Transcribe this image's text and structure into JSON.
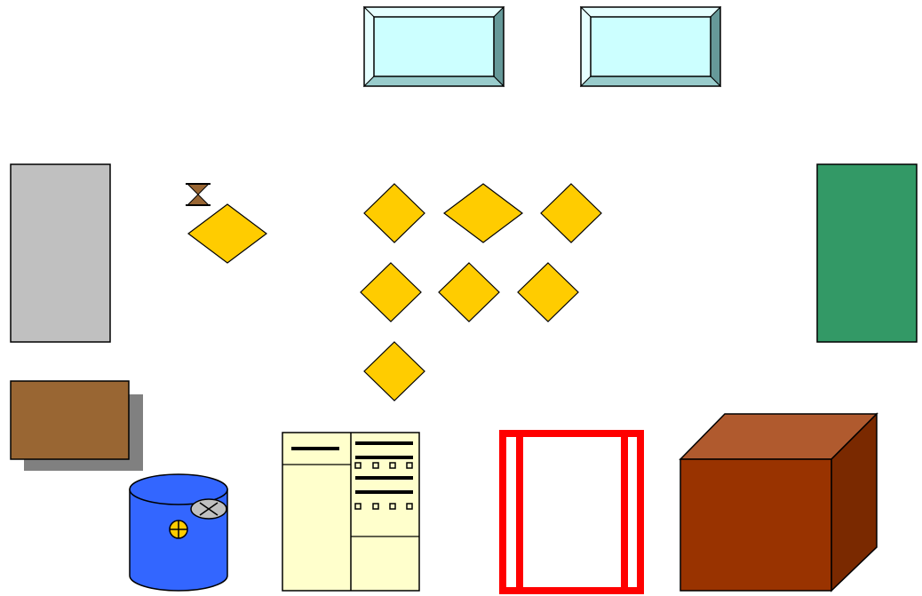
{
  "colors": {
    "background": "#ffffff",
    "stroke": "#000000",
    "window_face": "#ccffff",
    "window_bevel_light": "#e6ffff",
    "window_bevel_dark": "#669999",
    "window_bevel_mid": "#99cccc",
    "gray_panel": "#c0c0c0",
    "green_panel": "#339966",
    "decision_fill": "#ffcc00",
    "hourglass_fill": "#996633",
    "brown_box": "#996633",
    "brown_box_shadow": "#808080",
    "cylinder_fill": "#3366ff",
    "cylinder_marker": "#ffcc00",
    "cylinder_valve": "#c0c0c0",
    "form_fill": "#ffffcc",
    "red_frame": "#ff0000",
    "cube_front": "#993300",
    "cube_top": "#b05a2e",
    "cube_side": "#7a2900"
  },
  "icons": [
    "window-pane-icon",
    "gray-panel",
    "green-panel",
    "hourglass-icon",
    "decision-diamond",
    "brown-box-with-shadow",
    "blue-cylinder-icon",
    "form-document-icon",
    "red-frame-icon",
    "brown-cube-icon"
  ]
}
